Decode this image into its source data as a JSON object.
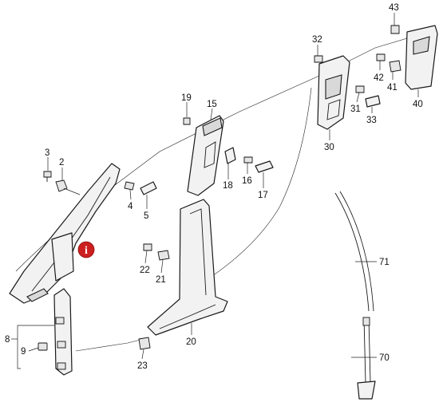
{
  "callouts": [
    {
      "id": "c3",
      "label": "3"
    },
    {
      "id": "c2",
      "label": "2"
    },
    {
      "id": "c4",
      "label": "4"
    },
    {
      "id": "c5",
      "label": "5"
    },
    {
      "id": "c19",
      "label": "19"
    },
    {
      "id": "c15",
      "label": "15"
    },
    {
      "id": "c18",
      "label": "18"
    },
    {
      "id": "c16",
      "label": "16"
    },
    {
      "id": "c17",
      "label": "17"
    },
    {
      "id": "c32",
      "label": "32"
    },
    {
      "id": "c43",
      "label": "43"
    },
    {
      "id": "c42",
      "label": "42"
    },
    {
      "id": "c41",
      "label": "41"
    },
    {
      "id": "c40",
      "label": "40"
    },
    {
      "id": "c31",
      "label": "31"
    },
    {
      "id": "c33",
      "label": "33"
    },
    {
      "id": "c30",
      "label": "30"
    },
    {
      "id": "c22",
      "label": "22"
    },
    {
      "id": "c21",
      "label": "21"
    },
    {
      "id": "c20",
      "label": "20"
    },
    {
      "id": "c23",
      "label": "23"
    },
    {
      "id": "c8",
      "label": "8"
    },
    {
      "id": "c9",
      "label": "9"
    },
    {
      "id": "c71",
      "label": "71"
    },
    {
      "id": "c70",
      "label": "70"
    }
  ],
  "info_badge": {
    "symbol": "i",
    "color": "#cc1f1f"
  },
  "colors": {
    "outline": "#1a1a1a",
    "fill": "#f2f2f2"
  }
}
